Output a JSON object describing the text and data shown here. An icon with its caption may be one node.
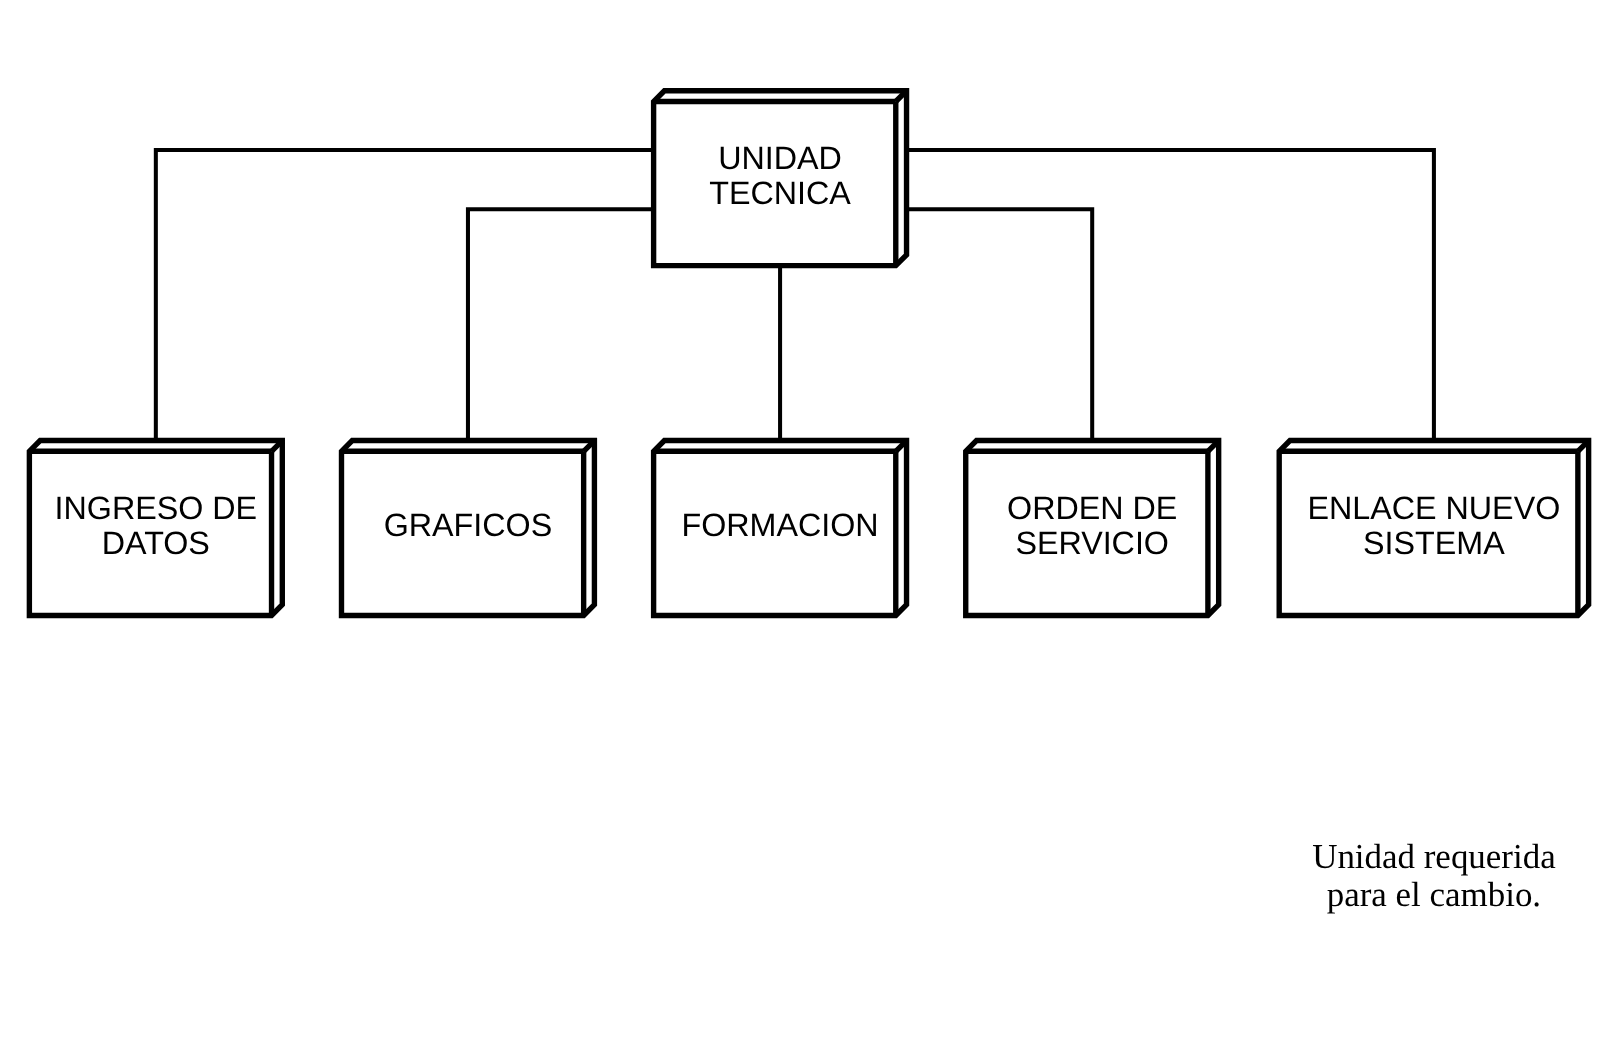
{
  "diagram": {
    "nodes": [
      {
        "text": [
          "UNIDAD TECNICA"
        ]
      },
      {
        "text": [
          "INGRESO DE DATOS"
        ]
      },
      {
        "text": [
          "GRAFICOS"
        ]
      },
      {
        "text": [
          "FORMACION"
        ]
      },
      {
        "text": [
          "ORDEN DE SERVICIO"
        ]
      },
      {
        "text": [
          "ENLACE NUEVO SISTEMA"
        ]
      }
    ],
    "edges": [
      {
        "from": 0,
        "to": 1,
        "arrow": "none"
      },
      {
        "from": 0,
        "to": 2,
        "arrow": "none"
      },
      {
        "from": 0,
        "to": 3,
        "arrow": "none"
      },
      {
        "from": 0,
        "to": 4,
        "arrow": "none"
      },
      {
        "from": 0,
        "to": 5,
        "arrow": "none"
      }
    ],
    "labels": [
      "Unidad requerida para el cambio."
    ]
  }
}
